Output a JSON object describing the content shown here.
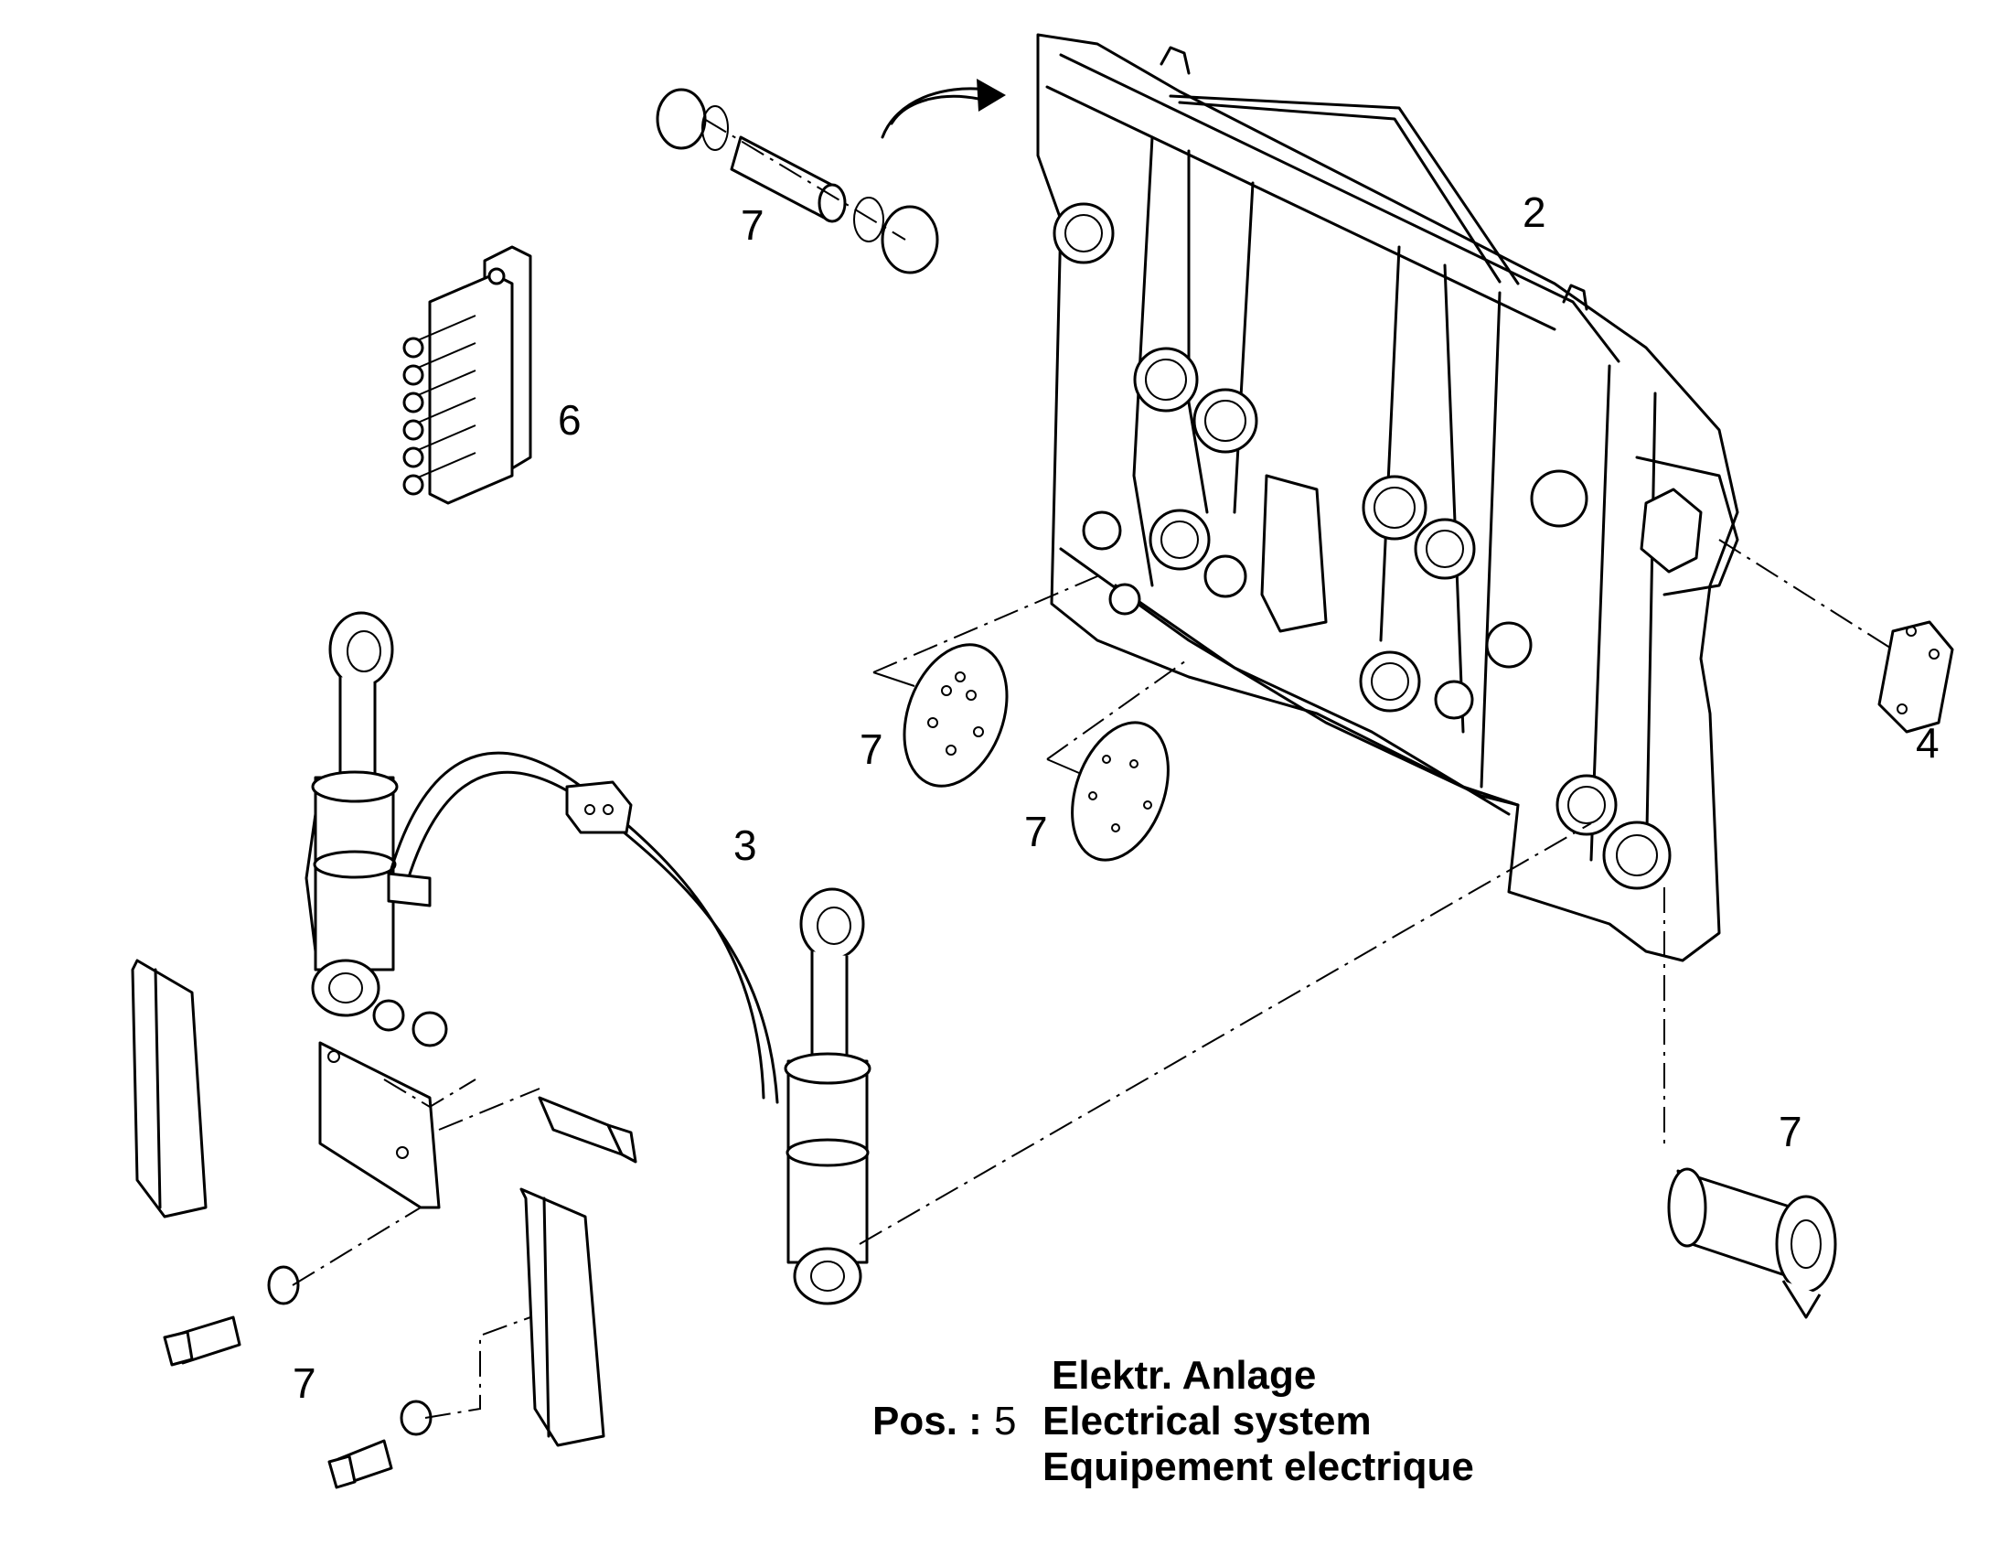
{
  "diagram": {
    "callouts": {
      "top_pin": "7",
      "frame": "2",
      "distributor": "6",
      "cover_left_big": "7",
      "cover_left_small": "7",
      "cover_right": "4",
      "hydraulics": "3",
      "pin_right": "7",
      "shields": "7"
    }
  },
  "legend": {
    "pos_label": "Pos. :",
    "pos_number": "5",
    "line_de": "Elektr. Anlage",
    "line_en": "Electrical system",
    "line_fr": "Equipement electrique"
  }
}
